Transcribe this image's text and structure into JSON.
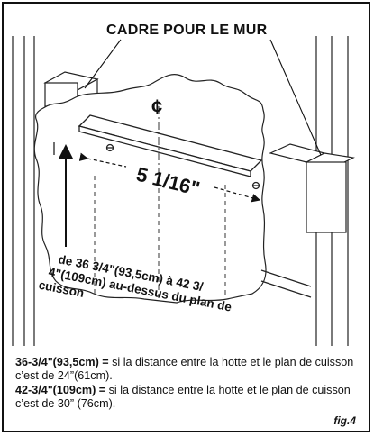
{
  "diagram": {
    "title": "CADRE POUR LE MUR",
    "centerline_symbol": "¢",
    "dimension": "5 1/16\"",
    "height_label_lines": [
      "de 36 3/4\"(93,5cm) à 42 3/",
      "4\"(109cm) au-dessus du plan de",
      "cuisson"
    ]
  },
  "notes": [
    {
      "bold": "36-3/4\"(93,5cm) =",
      "text": " si la distance entre la hotte et le plan de cuisson c’est de 24”(61cm)."
    },
    {
      "bold": "42-3/4\"(109cm) =",
      "text": " si la distance entre la hotte et le plan de cuisson c’est de 30” (76cm)."
    }
  ],
  "figure_label": "fig.4"
}
